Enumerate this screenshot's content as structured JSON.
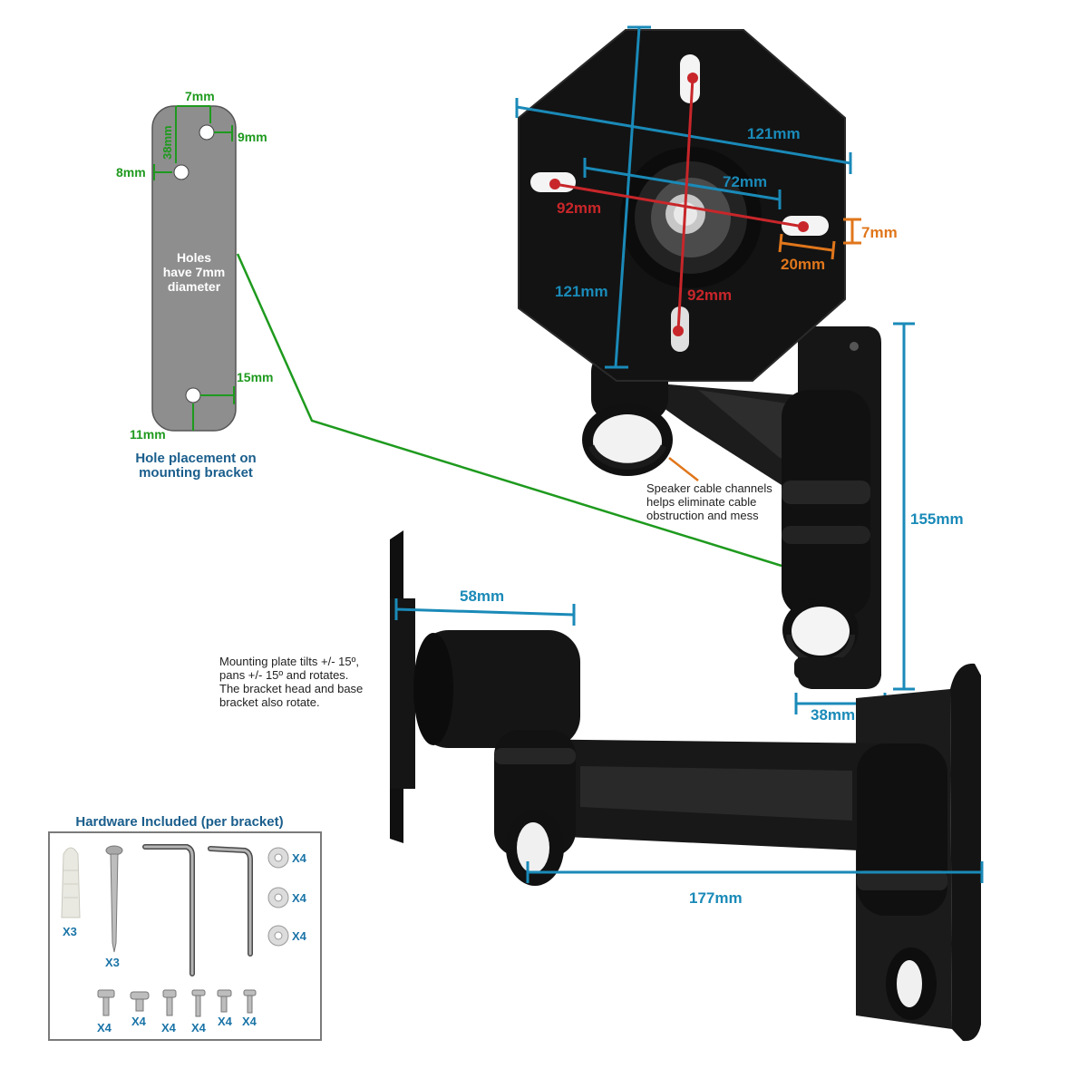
{
  "colors": {
    "green": "#1e9a1e",
    "blue": "#1a8ab8",
    "dark_blue": "#1a5e8c",
    "red": "#c8262a",
    "orange": "#e0761b",
    "plate_gray": "#8e8e8e",
    "metal_black": "#141414"
  },
  "hole_diagram": {
    "dims": {
      "top_offset": "7mm",
      "hole_spacing_upper": "38mm",
      "right_offset": "9mm",
      "left_offset": "8mm",
      "bottom_right_offset": "15mm",
      "bottom_offset": "11mm"
    },
    "plate_text": [
      "Holes",
      "have 7mm",
      "diameter"
    ],
    "caption": [
      "Hole placement on",
      "mounting bracket"
    ]
  },
  "head_plate": {
    "width": "121mm",
    "height": "121mm",
    "horizontal_inner": "72mm",
    "diag_horizontal": "92mm",
    "diag_vertical": "92mm",
    "slot_length": "20mm",
    "slot_width": "7mm"
  },
  "bracket": {
    "height": "155mm",
    "base_width": "38mm",
    "head_depth": "58mm",
    "arm_reach": "177mm"
  },
  "notes": {
    "cable": [
      "Speaker cable channels",
      "helps eliminate cable",
      "obstruction and mess"
    ],
    "motion": [
      "Mounting plate tilts +/- 15º,",
      "pans +/- 15º and rotates.",
      "The bracket head and base",
      "bracket also rotate."
    ]
  },
  "hardware": {
    "title": "Hardware Included (per bracket)",
    "top_items": [
      {
        "icon": "wall-plug-icon",
        "count": "X3"
      },
      {
        "icon": "wood-screw-icon",
        "count": "X3"
      },
      {
        "icon": "allen-key-large-icon",
        "count": ""
      },
      {
        "icon": "allen-key-small-icon",
        "count": ""
      }
    ],
    "washers": [
      "X4",
      "X4",
      "X4"
    ],
    "bolts": [
      "X4",
      "X4",
      "X4",
      "X4",
      "X4",
      "X4"
    ]
  }
}
